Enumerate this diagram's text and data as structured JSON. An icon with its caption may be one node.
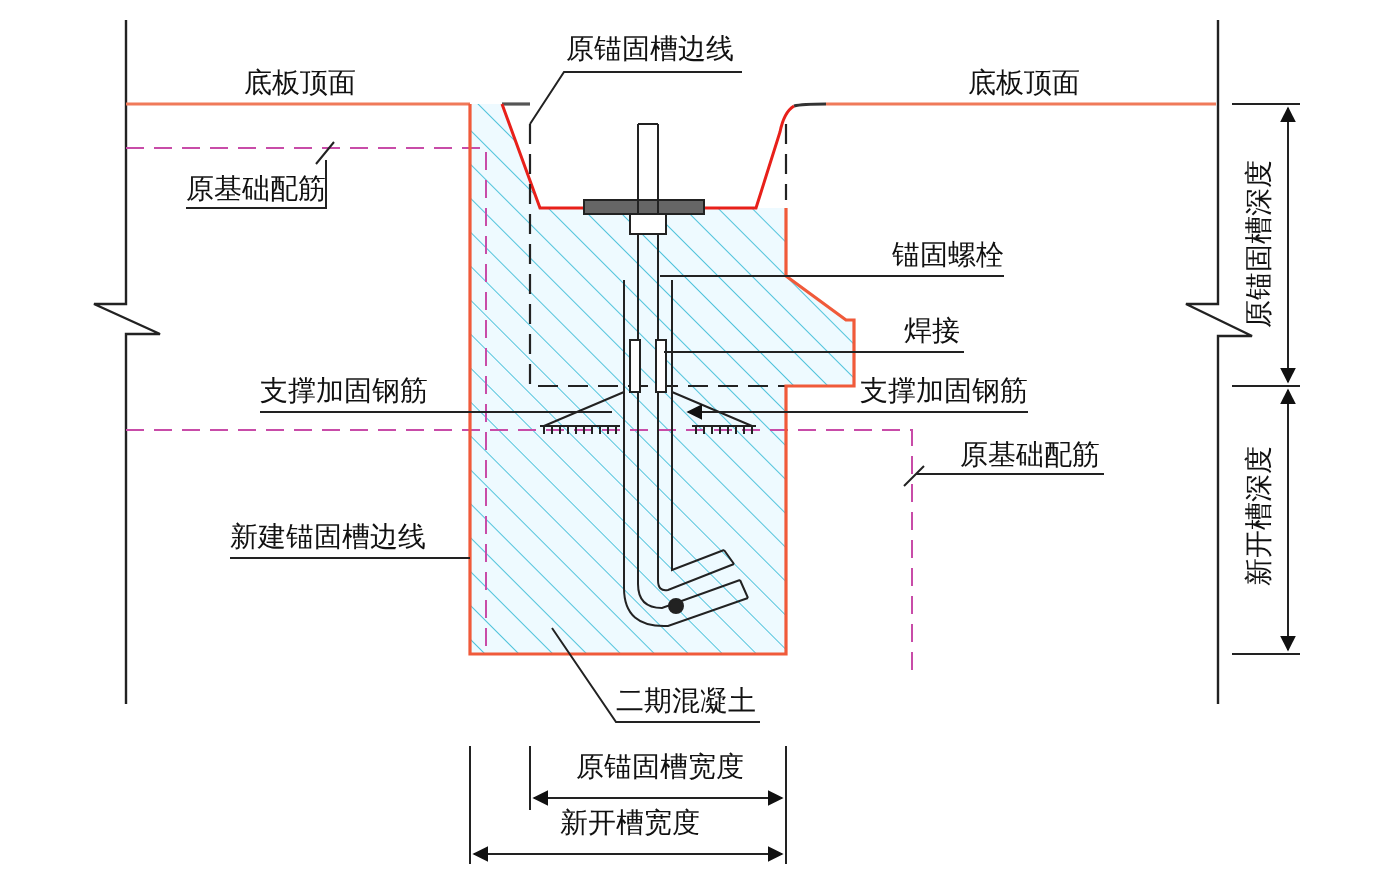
{
  "diagram": {
    "nodes": [
      {
        "text": [
          "原锚固槽边线"
        ]
      },
      {
        "text": [
          "原基础配筋"
        ]
      },
      {
        "text": [
          "锚固螺栓"
        ]
      },
      {
        "text": [
          "焊接"
        ]
      },
      {
        "text": [
          "支撑加固钢筋"
        ]
      },
      {
        "text": [
          "支撑加固钢筋"
        ]
      },
      {
        "text": [
          "原基础配筋"
        ]
      },
      {
        "text": [
          "新建锚固槽边线"
        ]
      },
      {
        "text": [
          "二期混凝土"
        ]
      }
    ],
    "edges": [
      {
        "from": 0,
        "to": null,
        "arrow": "none"
      },
      {
        "from": 1,
        "to": null,
        "arrow": "none"
      },
      {
        "from": 2,
        "to": null,
        "arrow": "none"
      },
      {
        "from": 3,
        "to": null,
        "arrow": "none"
      },
      {
        "from": 4,
        "to": null,
        "arrow": "none"
      },
      {
        "from": 5,
        "to": null,
        "arrow": "to"
      },
      {
        "from": 6,
        "to": null,
        "arrow": "none"
      },
      {
        "from": 7,
        "to": null,
        "arrow": "none"
      },
      {
        "from": 8,
        "to": null,
        "arrow": "none"
      }
    ],
    "labels": [
      "底板顶面",
      "底板顶面",
      "原锚固槽深度",
      "新开槽深度",
      "原锚固槽宽度",
      "新开槽宽度"
    ]
  }
}
